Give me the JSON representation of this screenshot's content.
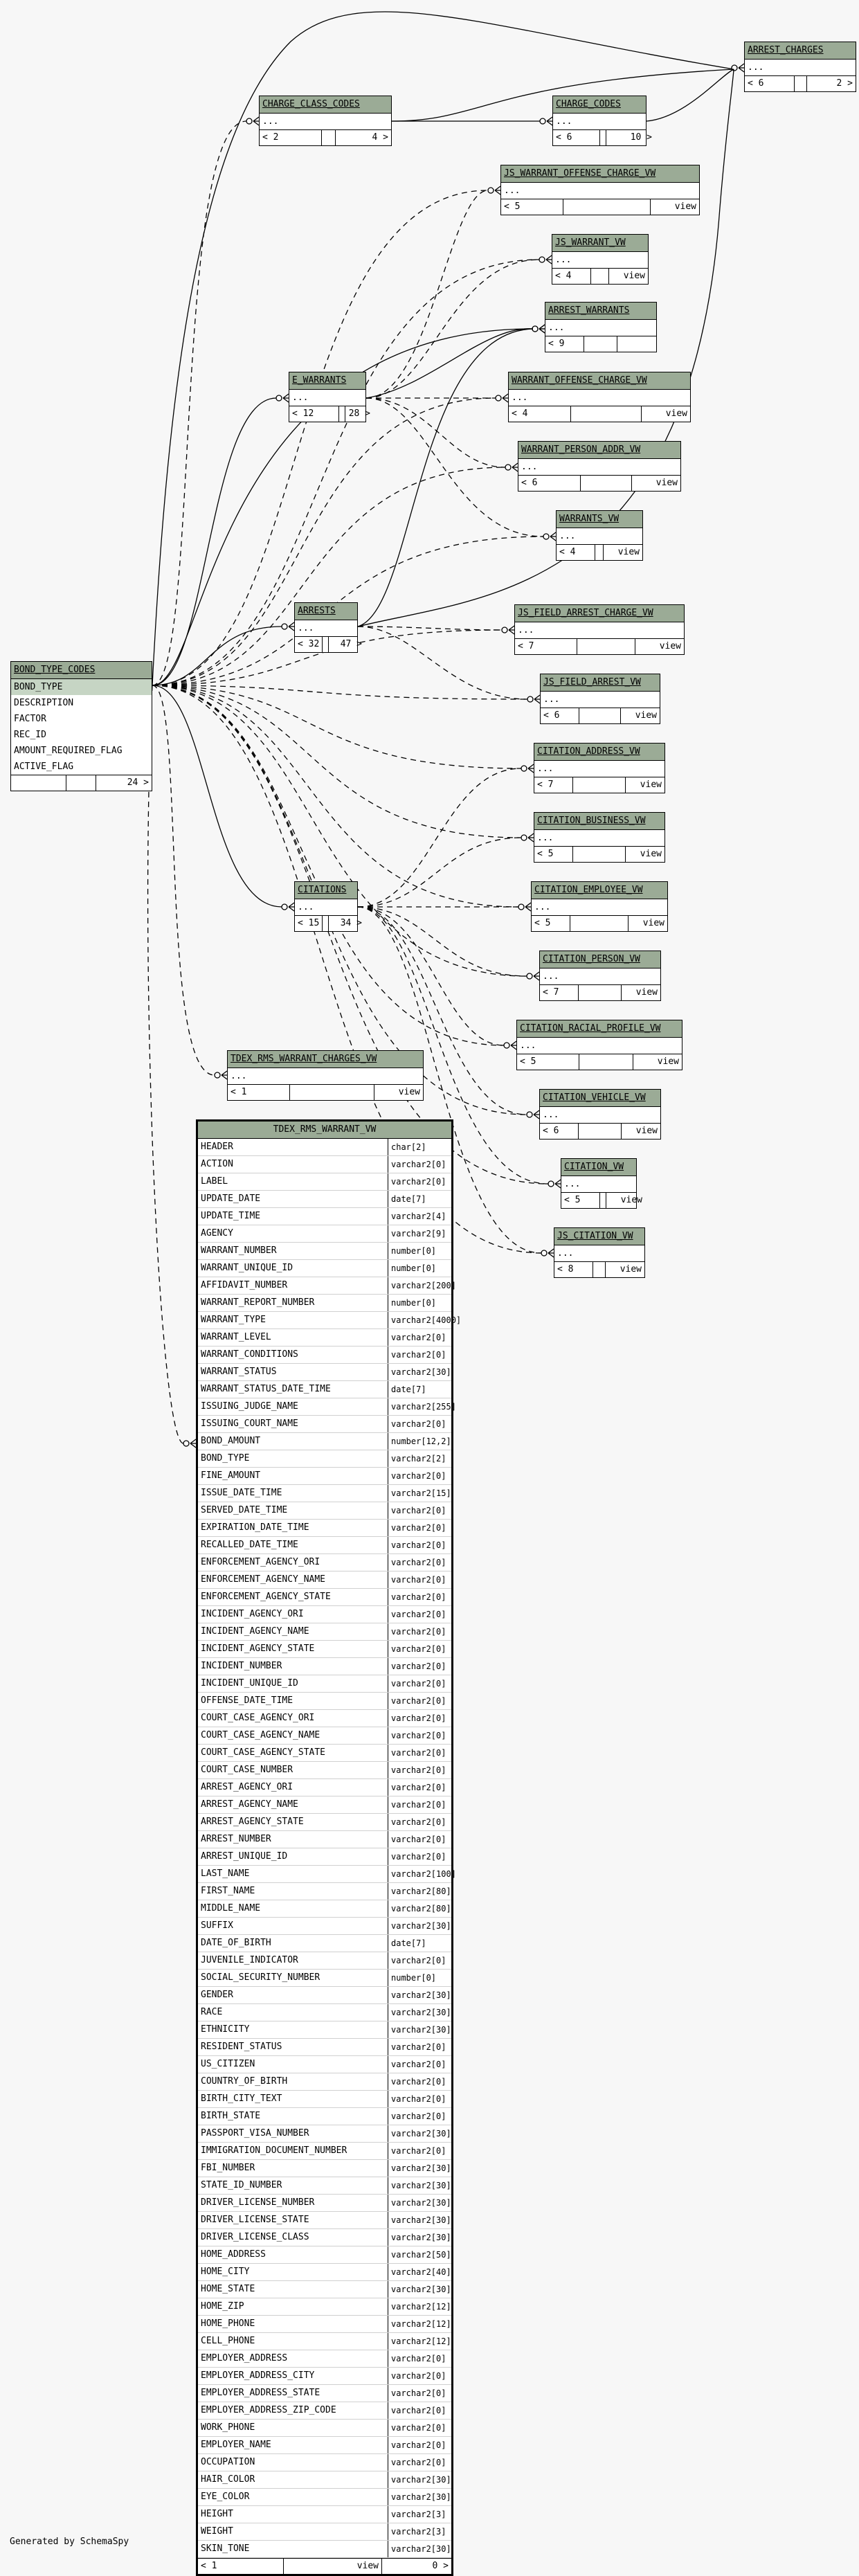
{
  "footer": "Generated by SchemaSpy",
  "tables": [
    {
      "key": "arrest_charges",
      "name": "ARREST_CHARGES",
      "rows": [
        "..."
      ],
      "footer": [
        "< 6",
        "",
        "2 >"
      ]
    },
    {
      "key": "charge_class_codes",
      "name": "CHARGE_CLASS_CODES",
      "rows": [
        "..."
      ],
      "footer": [
        "< 2",
        "",
        "4 >"
      ]
    },
    {
      "key": "charge_codes",
      "name": "CHARGE_CODES",
      "rows": [
        "..."
      ],
      "footer": [
        "< 6",
        "",
        "10 >"
      ]
    },
    {
      "key": "js_warrant_offense_charge_vw",
      "name": "JS_WARRANT_OFFENSE_CHARGE_VW",
      "rows": [
        "..."
      ],
      "footer": [
        "< 5",
        "",
        "view"
      ]
    },
    {
      "key": "js_warrant_vw",
      "name": "JS_WARRANT_VW",
      "rows": [
        "..."
      ],
      "footer": [
        "< 4",
        "",
        "view"
      ]
    },
    {
      "key": "arrest_warrants",
      "name": "ARREST_WARRANTS",
      "rows": [
        "..."
      ],
      "footer": [
        "< 9",
        "",
        ""
      ]
    },
    {
      "key": "e_warrants",
      "name": "E_WARRANTS",
      "rows": [
        "..."
      ],
      "footer": [
        "< 12",
        "",
        "28 >"
      ]
    },
    {
      "key": "warrant_offense_charge_vw",
      "name": "WARRANT_OFFENSE_CHARGE_VW",
      "rows": [
        "..."
      ],
      "footer": [
        "< 4",
        "",
        "view"
      ]
    },
    {
      "key": "warrant_person_addr_vw",
      "name": "WARRANT_PERSON_ADDR_VW",
      "rows": [
        "..."
      ],
      "footer": [
        "< 6",
        "",
        "view"
      ]
    },
    {
      "key": "warrants_vw",
      "name": "WARRANTS_VW",
      "rows": [
        "..."
      ],
      "footer": [
        "< 4",
        "",
        "view"
      ]
    },
    {
      "key": "arrests",
      "name": "ARRESTS",
      "rows": [
        "..."
      ],
      "footer": [
        "< 32",
        "",
        "47 >"
      ]
    },
    {
      "key": "js_field_arrest_charge_vw",
      "name": "JS_FIELD_ARREST_CHARGE_VW",
      "rows": [
        "..."
      ],
      "footer": [
        "< 7",
        "",
        "view"
      ]
    },
    {
      "key": "bond_type_codes",
      "name": "BOND_TYPE_CODES",
      "rows": [
        "BOND_TYPE",
        "DESCRIPTION",
        "FACTOR",
        "REC_ID",
        "AMOUNT_REQUIRED_FLAG",
        "ACTIVE_FLAG"
      ],
      "footer": [
        "",
        "",
        "24 >"
      ]
    },
    {
      "key": "js_field_arrest_vw",
      "name": "JS_FIELD_ARREST_VW",
      "rows": [
        "..."
      ],
      "footer": [
        "< 6",
        "",
        "view"
      ]
    },
    {
      "key": "citation_address_vw",
      "name": "CITATION_ADDRESS_VW",
      "rows": [
        "..."
      ],
      "footer": [
        "< 7",
        "",
        "view"
      ]
    },
    {
      "key": "citation_business_vw",
      "name": "CITATION_BUSINESS_VW",
      "rows": [
        "..."
      ],
      "footer": [
        "< 5",
        "",
        "view"
      ]
    },
    {
      "key": "citations",
      "name": "CITATIONS",
      "rows": [
        "..."
      ],
      "footer": [
        "< 15",
        "",
        "34 >"
      ]
    },
    {
      "key": "citation_employee_vw",
      "name": "CITATION_EMPLOYEE_VW",
      "rows": [
        "..."
      ],
      "footer": [
        "< 5",
        "",
        "view"
      ]
    },
    {
      "key": "citation_person_vw",
      "name": "CITATION_PERSON_VW",
      "rows": [
        "..."
      ],
      "footer": [
        "< 7",
        "",
        "view"
      ]
    },
    {
      "key": "citation_racial_profile_vw",
      "name": "CITATION_RACIAL_PROFILE_VW",
      "rows": [
        "..."
      ],
      "footer": [
        "< 5",
        "",
        "view"
      ]
    },
    {
      "key": "tdex_rms_warrant_charges_vw",
      "name": "TDEX_RMS_WARRANT_CHARGES_VW",
      "rows": [
        "..."
      ],
      "footer": [
        "< 1",
        "",
        "view"
      ]
    },
    {
      "key": "citation_vehicle_vw",
      "name": "CITATION_VEHICLE_VW",
      "rows": [
        "..."
      ],
      "footer": [
        "< 6",
        "",
        "view"
      ]
    },
    {
      "key": "citation_vw",
      "name": "CITATION_VW",
      "rows": [
        "..."
      ],
      "footer": [
        "< 5",
        "",
        "view"
      ]
    },
    {
      "key": "js_citation_vw",
      "name": "JS_CITATION_VW",
      "rows": [
        "..."
      ],
      "footer": [
        "< 8",
        "",
        "view"
      ]
    }
  ],
  "focus": {
    "name": "TDEX_RMS_WARRANT_VW",
    "footer": [
      "< 1",
      "view",
      "0 >"
    ],
    "columns": [
      [
        "HEADER",
        "char[2]"
      ],
      [
        "ACTION",
        "varchar2[0]"
      ],
      [
        "LABEL",
        "varchar2[0]"
      ],
      [
        "UPDATE_DATE",
        "date[7]"
      ],
      [
        "UPDATE_TIME",
        "varchar2[4]"
      ],
      [
        "AGENCY",
        "varchar2[9]"
      ],
      [
        "WARRANT_NUMBER",
        "number[0]"
      ],
      [
        "WARRANT_UNIQUE_ID",
        "number[0]"
      ],
      [
        "AFFIDAVIT_NUMBER",
        "varchar2[200]"
      ],
      [
        "WARRANT_REPORT_NUMBER",
        "number[0]"
      ],
      [
        "WARRANT_TYPE",
        "varchar2[4000]"
      ],
      [
        "WARRANT_LEVEL",
        "varchar2[0]"
      ],
      [
        "WARRANT_CONDITIONS",
        "varchar2[0]"
      ],
      [
        "WARRANT_STATUS",
        "varchar2[30]"
      ],
      [
        "WARRANT_STATUS_DATE_TIME",
        "date[7]"
      ],
      [
        "ISSUING_JUDGE_NAME",
        "varchar2[255]"
      ],
      [
        "ISSUING_COURT_NAME",
        "varchar2[0]"
      ],
      [
        "BOND_AMOUNT",
        "number[12,2]"
      ],
      [
        "BOND_TYPE",
        "varchar2[2]"
      ],
      [
        "FINE_AMOUNT",
        "varchar2[0]"
      ],
      [
        "ISSUE_DATE_TIME",
        "varchar2[15]"
      ],
      [
        "SERVED_DATE_TIME",
        "varchar2[0]"
      ],
      [
        "EXPIRATION_DATE_TIME",
        "varchar2[0]"
      ],
      [
        "RECALLED_DATE_TIME",
        "varchar2[0]"
      ],
      [
        "ENFORCEMENT_AGENCY_ORI",
        "varchar2[0]"
      ],
      [
        "ENFORCEMENT_AGENCY_NAME",
        "varchar2[0]"
      ],
      [
        "ENFORCEMENT_AGENCY_STATE",
        "varchar2[0]"
      ],
      [
        "INCIDENT_AGENCY_ORI",
        "varchar2[0]"
      ],
      [
        "INCIDENT_AGENCY_NAME",
        "varchar2[0]"
      ],
      [
        "INCIDENT_AGENCY_STATE",
        "varchar2[0]"
      ],
      [
        "INCIDENT_NUMBER",
        "varchar2[0]"
      ],
      [
        "INCIDENT_UNIQUE_ID",
        "varchar2[0]"
      ],
      [
        "OFFENSE_DATE_TIME",
        "varchar2[0]"
      ],
      [
        "COURT_CASE_AGENCY_ORI",
        "varchar2[0]"
      ],
      [
        "COURT_CASE_AGENCY_NAME",
        "varchar2[0]"
      ],
      [
        "COURT_CASE_AGENCY_STATE",
        "varchar2[0]"
      ],
      [
        "COURT_CASE_NUMBER",
        "varchar2[0]"
      ],
      [
        "ARREST_AGENCY_ORI",
        "varchar2[0]"
      ],
      [
        "ARREST_AGENCY_NAME",
        "varchar2[0]"
      ],
      [
        "ARREST_AGENCY_STATE",
        "varchar2[0]"
      ],
      [
        "ARREST_NUMBER",
        "varchar2[0]"
      ],
      [
        "ARREST_UNIQUE_ID",
        "varchar2[0]"
      ],
      [
        "LAST_NAME",
        "varchar2[100]"
      ],
      [
        "FIRST_NAME",
        "varchar2[80]"
      ],
      [
        "MIDDLE_NAME",
        "varchar2[80]"
      ],
      [
        "SUFFIX",
        "varchar2[30]"
      ],
      [
        "DATE_OF_BIRTH",
        "date[7]"
      ],
      [
        "JUVENILE_INDICATOR",
        "varchar2[0]"
      ],
      [
        "SOCIAL_SECURITY_NUMBER",
        "number[0]"
      ],
      [
        "GENDER",
        "varchar2[30]"
      ],
      [
        "RACE",
        "varchar2[30]"
      ],
      [
        "ETHNICITY",
        "varchar2[30]"
      ],
      [
        "RESIDENT_STATUS",
        "varchar2[0]"
      ],
      [
        "US_CITIZEN",
        "varchar2[0]"
      ],
      [
        "COUNTRY_OF_BIRTH",
        "varchar2[0]"
      ],
      [
        "BIRTH_CITY_TEXT",
        "varchar2[0]"
      ],
      [
        "BIRTH_STATE",
        "varchar2[0]"
      ],
      [
        "PASSPORT_VISA_NUMBER",
        "varchar2[30]"
      ],
      [
        "IMMIGRATION_DOCUMENT_NUMBER",
        "varchar2[0]"
      ],
      [
        "FBI_NUMBER",
        "varchar2[30]"
      ],
      [
        "STATE_ID_NUMBER",
        "varchar2[30]"
      ],
      [
        "DRIVER_LICENSE_NUMBER",
        "varchar2[30]"
      ],
      [
        "DRIVER_LICENSE_STATE",
        "varchar2[30]"
      ],
      [
        "DRIVER_LICENSE_CLASS",
        "varchar2[30]"
      ],
      [
        "HOME_ADDRESS",
        "varchar2[50]"
      ],
      [
        "HOME_CITY",
        "varchar2[40]"
      ],
      [
        "HOME_STATE",
        "varchar2[30]"
      ],
      [
        "HOME_ZIP",
        "varchar2[12]"
      ],
      [
        "HOME_PHONE",
        "varchar2[12]"
      ],
      [
        "CELL_PHONE",
        "varchar2[12]"
      ],
      [
        "EMPLOYER_ADDRESS",
        "varchar2[0]"
      ],
      [
        "EMPLOYER_ADDRESS_CITY",
        "varchar2[0]"
      ],
      [
        "EMPLOYER_ADDRESS_STATE",
        "varchar2[0]"
      ],
      [
        "EMPLOYER_ADDRESS_ZIP_CODE",
        "varchar2[0]"
      ],
      [
        "WORK_PHONE",
        "varchar2[0]"
      ],
      [
        "EMPLOYER_NAME",
        "varchar2[0]"
      ],
      [
        "OCCUPATION",
        "varchar2[0]"
      ],
      [
        "HAIR_COLOR",
        "varchar2[30]"
      ],
      [
        "EYE_COLOR",
        "varchar2[30]"
      ],
      [
        "HEIGHT",
        "varchar2[3]"
      ],
      [
        "WEIGHT",
        "varchar2[3]"
      ],
      [
        "SKIN_TONE",
        "varchar2[30]"
      ]
    ]
  },
  "colors": {
    "header": "#9bab96",
    "pk_row": "#c6d5c4",
    "background": "#f7f7f7",
    "line": "#000000"
  }
}
